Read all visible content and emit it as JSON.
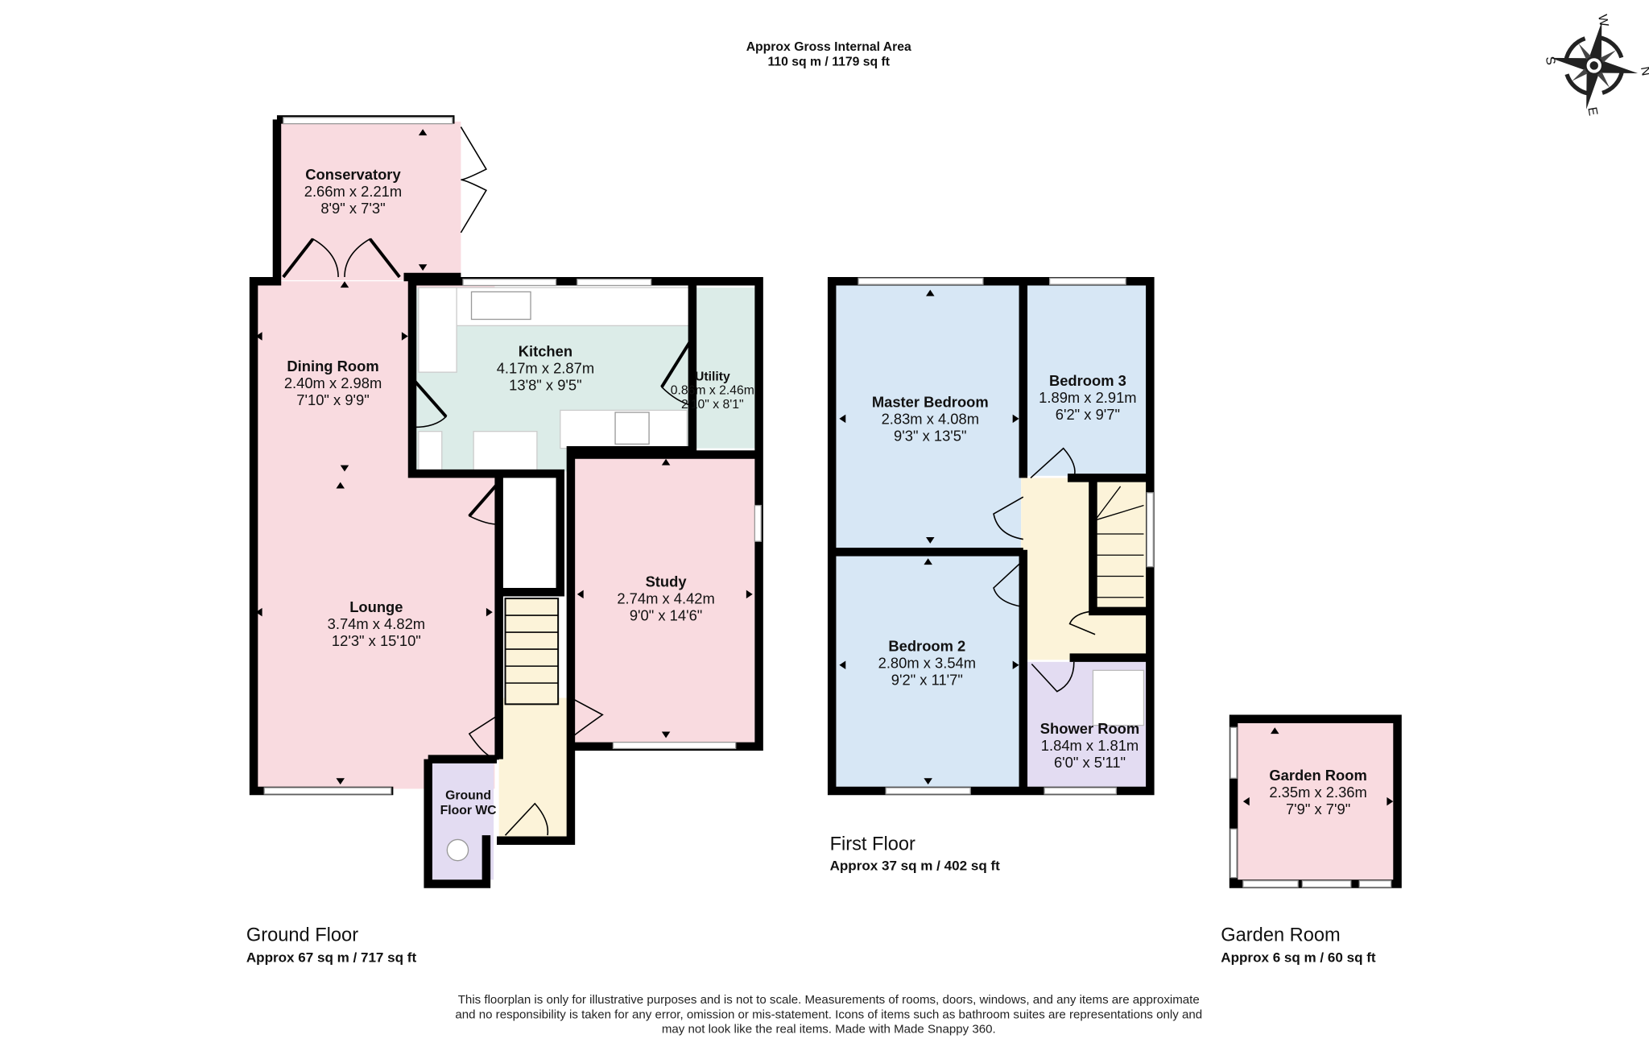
{
  "header": {
    "title": "Approx Gross Internal Area",
    "area": "110 sq m / 1179 sq ft"
  },
  "compass": {
    "labels": [
      "W",
      "N",
      "E",
      "S"
    ]
  },
  "colors": {
    "living": "#f9dbe0",
    "kitchen": "#dcece8",
    "bedroom": "#d7e7f5",
    "hall": "#fcf3d9",
    "bathroom": "#e3dcf2",
    "wall": "#000000"
  },
  "floors": {
    "ground": {
      "label": "Ground Floor",
      "area": "Approx 67 sq m / 717 sq ft"
    },
    "first": {
      "label": "First Floor",
      "area": "Approx 37 sq m / 402 sq ft"
    },
    "garden": {
      "label": "Garden Room",
      "area": "Approx 6 sq m / 60 sq ft"
    }
  },
  "rooms": {
    "conservatory": {
      "name": "Conservatory",
      "metric": "2.66m x 2.21m",
      "imperial": "8'9\" x 7'3\""
    },
    "dining": {
      "name": "Dining Room",
      "metric": "2.40m x 2.98m",
      "imperial": "7'10\" x 9'9\""
    },
    "kitchen": {
      "name": "Kitchen",
      "metric": "4.17m x 2.87m",
      "imperial": "13'8\" x 9'5\""
    },
    "utility": {
      "name": "Utility",
      "metric": "0.86m x 2.46m",
      "imperial": "2'10\" x 8'1\""
    },
    "lounge": {
      "name": "Lounge",
      "metric": "3.74m x 4.82m",
      "imperial": "12'3\" x 15'10\""
    },
    "study": {
      "name": "Study",
      "metric": "2.74m x 4.42m",
      "imperial": "9'0\" x 14'6\""
    },
    "wc": {
      "name1": "Ground",
      "name2": "Floor WC"
    },
    "master": {
      "name": "Master Bedroom",
      "metric": "2.83m x 4.08m",
      "imperial": "9'3\" x 13'5\""
    },
    "bed3": {
      "name": "Bedroom 3",
      "metric": "1.89m x 2.91m",
      "imperial": "6'2\" x 9'7\""
    },
    "bed2": {
      "name": "Bedroom 2",
      "metric": "2.80m x 3.54m",
      "imperial": "9'2\" x 11'7\""
    },
    "shower": {
      "name": "Shower Room",
      "metric": "1.84m x 1.81m",
      "imperial": "6'0\" x 5'11\""
    },
    "garden": {
      "name": "Garden Room",
      "metric": "2.35m x 2.36m",
      "imperial": "7'9\" x 7'9\""
    }
  },
  "footer": {
    "line1": "This floorplan is only for illustrative purposes and is not to scale. Measurements of rooms, doors, windows, and any items are approximate",
    "line2": "and no responsibility is taken for any error, omission or mis-statement. Icons of items such as bathroom suites are representations only and",
    "line3": "may not look like the real items. Made with Made Snappy 360."
  }
}
